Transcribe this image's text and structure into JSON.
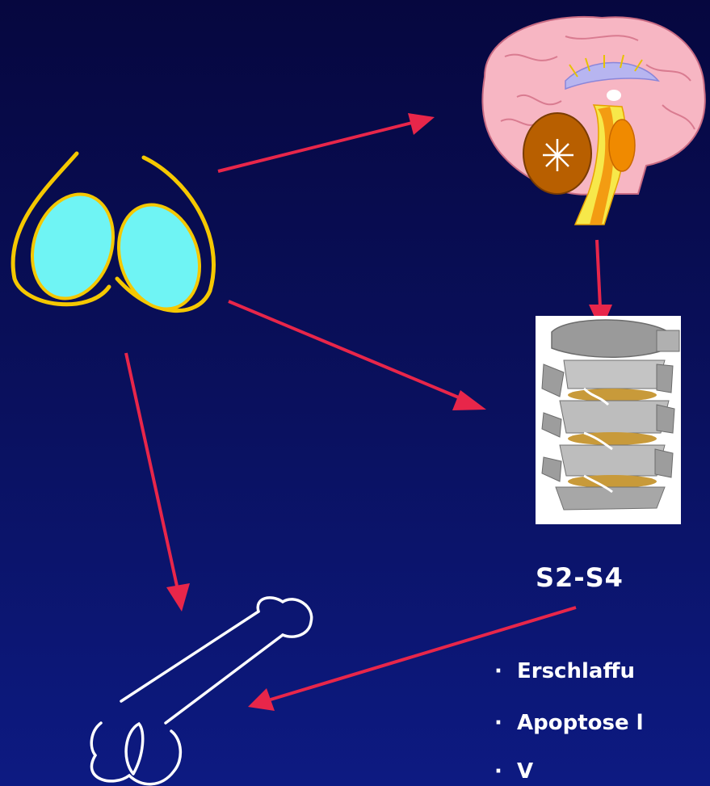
{
  "labels": {
    "level": "S2-S4"
  },
  "bullets": [
    {
      "text": "Erschlaffu"
    },
    {
      "text": "Apoptose l"
    },
    {
      "text": "V"
    }
  ],
  "icons": [
    "testes-icon",
    "brain-icon",
    "spine-icon",
    "penis-icon"
  ],
  "colors": {
    "background_top": "#06073f",
    "background_bottom": "#0d1a82",
    "arrow": "#e8264a",
    "outline_yellow": "#f5c800",
    "testis_fill": "#6ff4f4",
    "white": "#ffffff"
  }
}
